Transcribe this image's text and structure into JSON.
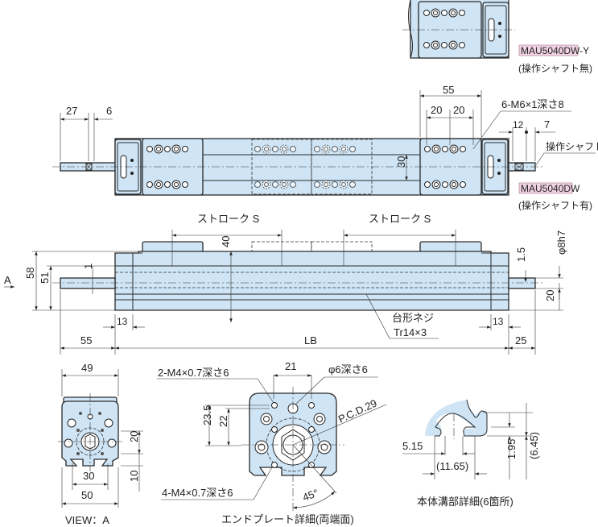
{
  "top_partial": {
    "model_label": "MAU5040DW-Y",
    "note": "(操作シャフト無)"
  },
  "top_view": {
    "dim_27": "27",
    "dim_6": "6",
    "dim_55": "55",
    "dim_20a": "20",
    "dim_20b": "20",
    "tap_note": "6-M6×1深さ8",
    "dim_12": "12",
    "dim_7": "7",
    "shaft_label": "操作シャフト",
    "dim_30": "30",
    "model_label": "MAU5040DW",
    "note": "(操作シャフト有)"
  },
  "side_view": {
    "stroke_left": "ストローク S",
    "stroke_right": "ストローク S",
    "view_arrow": "A",
    "dim_58": "58",
    "dim_51": "51",
    "dim_1": "1",
    "dim_40": "40",
    "dim_1_5": "1.5",
    "dim_phi8h7": "φ8h7",
    "dim_20": "20",
    "dim_13a": "13",
    "dim_13b": "13",
    "dim_55": "55",
    "dim_lb": "LB",
    "dim_25": "25",
    "screw_label_1": "台形ネジ",
    "screw_label_2": "Tr14×3"
  },
  "view_a": {
    "dim_49": "49",
    "dim_20": "20",
    "dim_30": "30",
    "dim_10": "10",
    "dim_50": "50",
    "caption": "VIEW：A"
  },
  "end_plate": {
    "tap_top": "2-M4×0.7深さ6",
    "dim_21": "21",
    "pin_hole": "φ6深さ6",
    "pcd": "P.C.D.29",
    "dim_23_5": "23.5",
    "dim_22": "22",
    "tap_bottom": "4-M4×0.7深さ6",
    "angle": "45°",
    "caption": "エンドプレート詳細(両端面)"
  },
  "groove": {
    "dim_5_15": "5.15",
    "dim_11_65": "(11.65)",
    "dim_1_95": "1.95",
    "dim_6_45": "(6.45)",
    "caption": "本体溝部詳細(6箇所)"
  },
  "colors": {
    "body": "#cfe5f6",
    "tag": "#f2d3e3"
  }
}
